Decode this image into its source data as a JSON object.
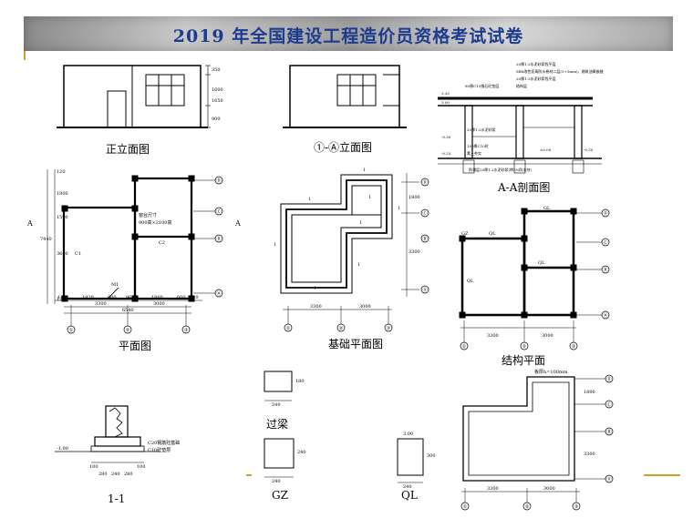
{
  "header": {
    "title": "2019 年全国建设工程造价员资格考试试卷"
  },
  "captions": {
    "front_elevation": "正立面图",
    "side_elevation": "①-Ⓐ立面图",
    "section_aa": "A-A剖面图",
    "plan": "平面图",
    "foundation_plan": "基础平面图",
    "structural_plan": "结构平面",
    "section_11": "1-1",
    "lintel": "过梁",
    "gz": "GZ",
    "ql": "QL"
  },
  "plan_dims": {
    "bottom_segments": [
      "120",
      "1920",
      "900",
      "960",
      "1800",
      "600",
      "120"
    ],
    "bottom_mid": [
      "3300",
      "3000"
    ],
    "bottom_total": "6540",
    "left_total": "7440",
    "left_segments": [
      "120",
      "1800",
      "1500",
      "3600",
      "120"
    ],
    "notes": [
      "C1",
      "C2",
      "M1",
      "窗台尺寸",
      "900高×2100高"
    ]
  },
  "foundation_dims": {
    "bottom": [
      "3300",
      "3000"
    ],
    "right": [
      "1800",
      "3300"
    ],
    "marks": [
      "1",
      "1",
      "1",
      "1",
      "1",
      "1",
      "1",
      "1"
    ]
  },
  "structure_dims": {
    "bottom": [
      "3300",
      "3000"
    ],
    "labels": [
      "GZ",
      "QL",
      "QL",
      "QL",
      "GL"
    ]
  },
  "roof_dims": {
    "bottom": [
      "3300",
      "3000"
    ],
    "right": [
      "1800",
      "3300"
    ],
    "note": "板厚h=100mm"
  },
  "section_aa": {
    "levels": [
      "3.30",
      "3.00",
      "-0.30",
      "-0.25",
      "±0.00",
      "-0.30"
    ],
    "notes": [
      "20厚1:3水泥砂浆找平层",
      "SBS改性沥青防水卷材二层(3+3mm)，建筑油膏嵌缝",
      "20厚1:3水泥砂浆找平层",
      "结构层",
      "80厚C15细石砼垫层",
      "20厚1:2水泥砂浆",
      "100厚C10砼",
      "素土夯实",
      "防潮层20厚1:2水泥砂浆(掺5%防水剂)"
    ]
  },
  "section_11": {
    "level": "-1.00",
    "dims": [
      "100",
      "280",
      "240",
      "280",
      "100"
    ],
    "notes": [
      "C20钢筋砼基础",
      "C10砼垫层"
    ]
  },
  "detail_dims": {
    "lintel_w": "240",
    "lintel_h": "180",
    "gz_w": "240",
    "gz_h": "240",
    "ql_w": "240",
    "ql_h": "300",
    "ql_level": "3.00"
  },
  "elevation_dims": {
    "front_right": [
      "350",
      "1600",
      "1650",
      "900"
    ]
  },
  "axes": {
    "vertical": [
      "①",
      "②",
      "③"
    ],
    "horizontal": [
      "Ⓐ",
      "Ⓑ",
      "Ⓒ",
      "Ⓓ"
    ]
  },
  "section_mark": "A",
  "colors": {
    "title": "#1d3b8f",
    "accent": "#c9a227",
    "ink": "#000000"
  }
}
